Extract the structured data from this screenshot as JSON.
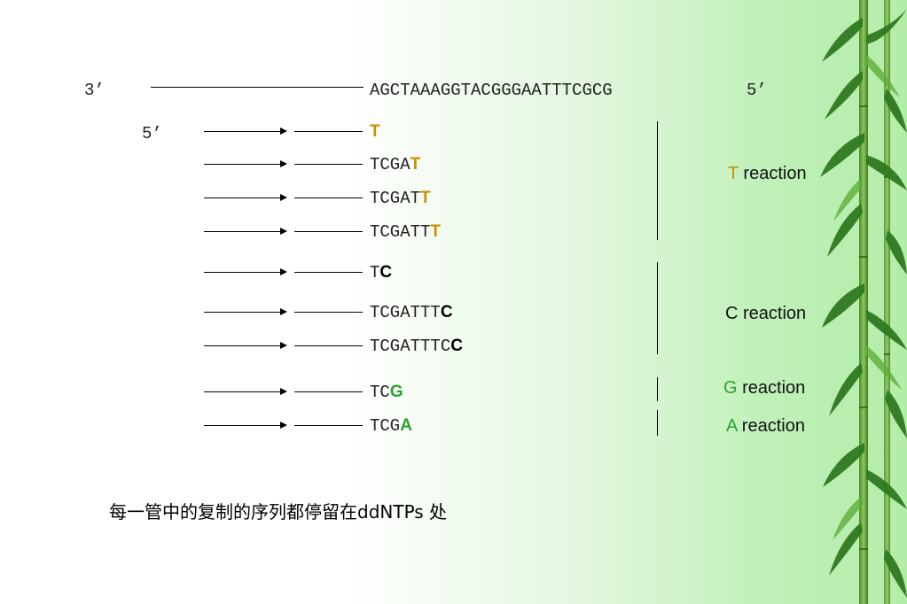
{
  "template": {
    "label_3prime": "3’",
    "sequence": "AGCTAAAGGTACGGGAATTTCGCG",
    "label_5prime_template": "5’"
  },
  "primer_label": "5’",
  "fragments": [
    {
      "prefix": "",
      "terminal": "T"
    },
    {
      "prefix": "TCGA",
      "terminal": "T"
    },
    {
      "prefix": "TCGAT",
      "terminal": "T"
    },
    {
      "prefix": "TCGATT",
      "terminal": "T"
    },
    {
      "prefix": "T",
      "terminal": "C"
    },
    {
      "prefix": "TCGATTT",
      "terminal": "C"
    },
    {
      "prefix": "TCGATTTC",
      "terminal": "C"
    },
    {
      "prefix": "TC",
      "terminal": "G"
    },
    {
      "prefix": "TCG",
      "terminal": "A"
    }
  ],
  "reactions": [
    {
      "base": "T",
      "rest": " reaction"
    },
    {
      "base": "C",
      "rest": " reaction"
    },
    {
      "base": "G",
      "rest": " reaction"
    },
    {
      "base": "A",
      "rest": " reaction"
    }
  ],
  "caption": "每一管中的复制的序列都停留在ddNTPs 处",
  "colors": {
    "T": "#c98f00",
    "C": "#000000",
    "G": "#28a528",
    "A": "#28a528",
    "reaction_T": "#c98f00",
    "reaction_C": "#111111",
    "reaction_G": "#28a528",
    "reaction_A": "#28a528"
  },
  "decoration": "bamboo-leaves"
}
